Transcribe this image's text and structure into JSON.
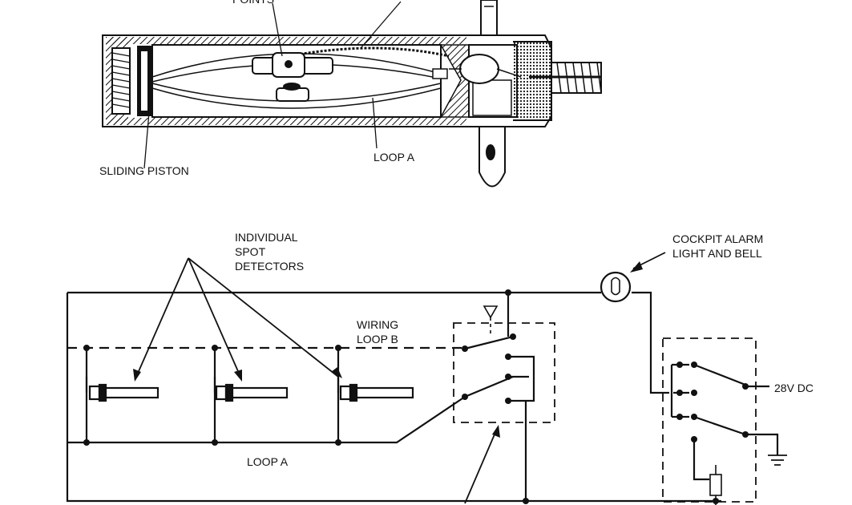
{
  "labels": {
    "points": "POINTS",
    "sliding_piston": "SLIDING PISTON",
    "loop_a_top": "LOOP A",
    "individual_spot_detectors": [
      "INDIVIDUAL",
      "SPOT",
      "DETECTORS"
    ],
    "cockpit_alarm": [
      "COCKPIT ALARM",
      "LIGHT AND BELL"
    ],
    "wiring_loop_b": [
      "WIRING",
      "LOOP B"
    ],
    "loop_a_bottom": "LOOP A",
    "power": "28V DC"
  }
}
